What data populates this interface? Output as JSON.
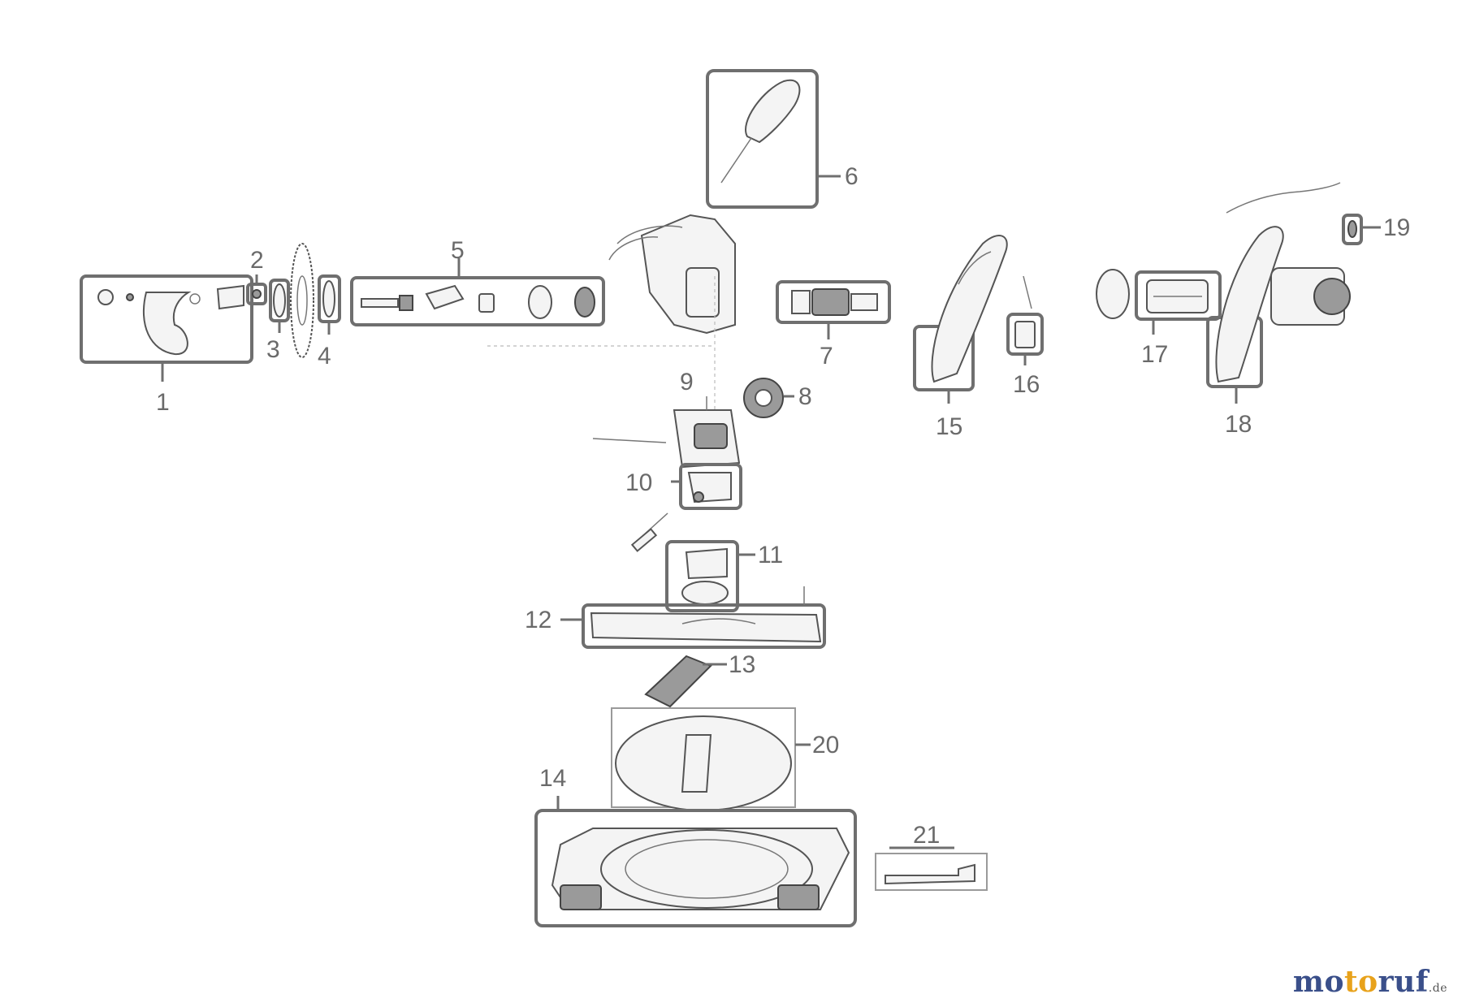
{
  "diagram": {
    "callouts": [
      "1",
      "2",
      "3",
      "4",
      "5",
      "6",
      "7",
      "8",
      "9",
      "10",
      "11",
      "12",
      "13",
      "14",
      "15",
      "16",
      "17",
      "18",
      "19",
      "20",
      "21"
    ]
  },
  "brand": {
    "logo_text": "motoruf",
    "logo_suffix": ".de",
    "colors": {
      "logo_primary": "#3a4f8a",
      "logo_accent": "#e8a21b",
      "outline": "#6f6f6f"
    }
  }
}
